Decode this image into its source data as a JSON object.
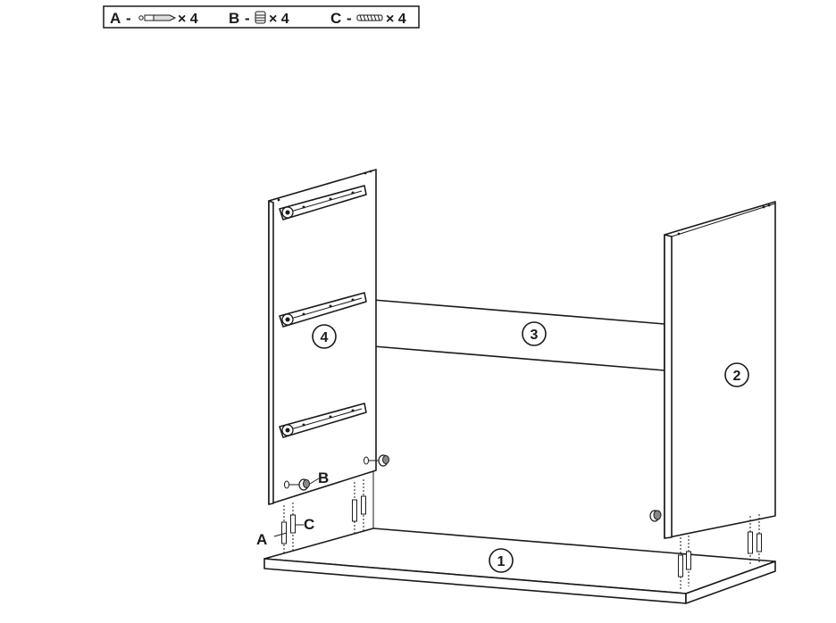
{
  "legend": {
    "items": [
      {
        "letter": "A",
        "sep": "-",
        "qty": "× 4",
        "icon": "dowel-bolt-icon"
      },
      {
        "letter": "B",
        "sep": "-",
        "qty": "× 4",
        "icon": "cam-lock-icon"
      },
      {
        "letter": "C",
        "sep": "-",
        "qty": "× 4",
        "icon": "wood-dowel-icon"
      }
    ]
  },
  "panels": {
    "p1": "1",
    "p2": "2",
    "p3": "3",
    "p4": "4"
  },
  "callouts": {
    "a": "A",
    "b": "B",
    "c": "C"
  },
  "colors": {
    "line": "#1a1a1a",
    "background": "#ffffff"
  }
}
